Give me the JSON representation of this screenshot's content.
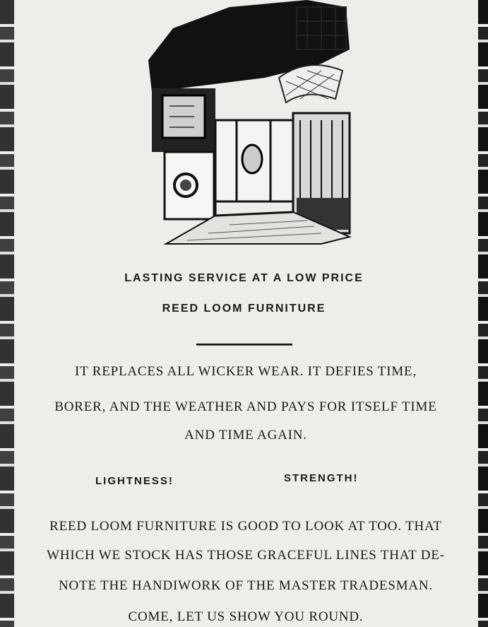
{
  "ad": {
    "headline1": "LASTING SERVICE AT A LOW PRICE",
    "headline2": "REED LOOM FURNITURE",
    "para1_line1": "IT REPLACES ALL WICKER  WEAR.  IT DEFIES TIME,",
    "para1_line2": "BORER, AND THE WEATHER AND PAYS FOR ITSELF TIME",
    "para1_line3": "AND TIME AGAIN.",
    "sub_left": "LIGHTNESS!",
    "sub_right": "STRENGTH!",
    "para2_line1": "REED LOOM FURNITURE IS GOOD TO LOOK AT TOO.  THAT",
    "para2_line2": "WHICH WE STOCK HAS THOSE GRACEFUL LINES THAT DE-",
    "para2_line3": "NOTE THE HANDIWORK OF THE MASTER TRADESMAN.",
    "para2_line4": "COME, LET US SHOW YOU ROUND."
  }
}
